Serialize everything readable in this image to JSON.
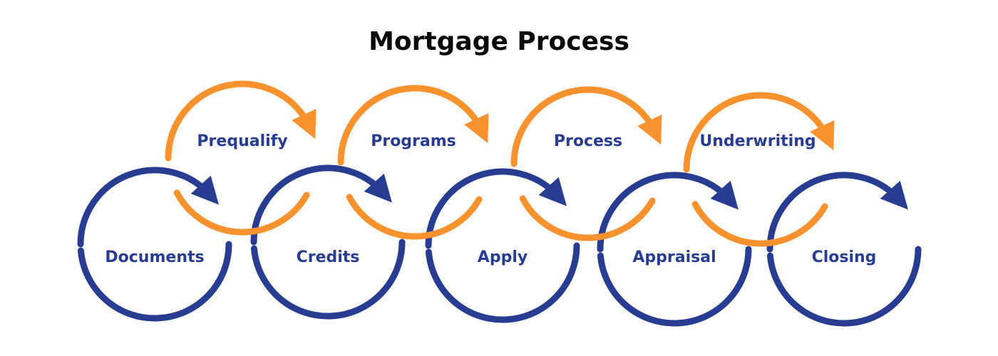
{
  "title": "Mortgage Process",
  "colors": {
    "blue": "#283d92",
    "orange": "#f7922e",
    "title": "#0a0a0a",
    "background": "#ffffff"
  },
  "bottom_steps": [
    {
      "label": "Documents"
    },
    {
      "label": "Credits"
    },
    {
      "label": "Apply"
    },
    {
      "label": "Appraisal"
    },
    {
      "label": "Closing"
    }
  ],
  "top_steps": [
    {
      "label": "Prequalify"
    },
    {
      "label": "Programs"
    },
    {
      "label": "Process"
    },
    {
      "label": "Underwriting"
    }
  ]
}
